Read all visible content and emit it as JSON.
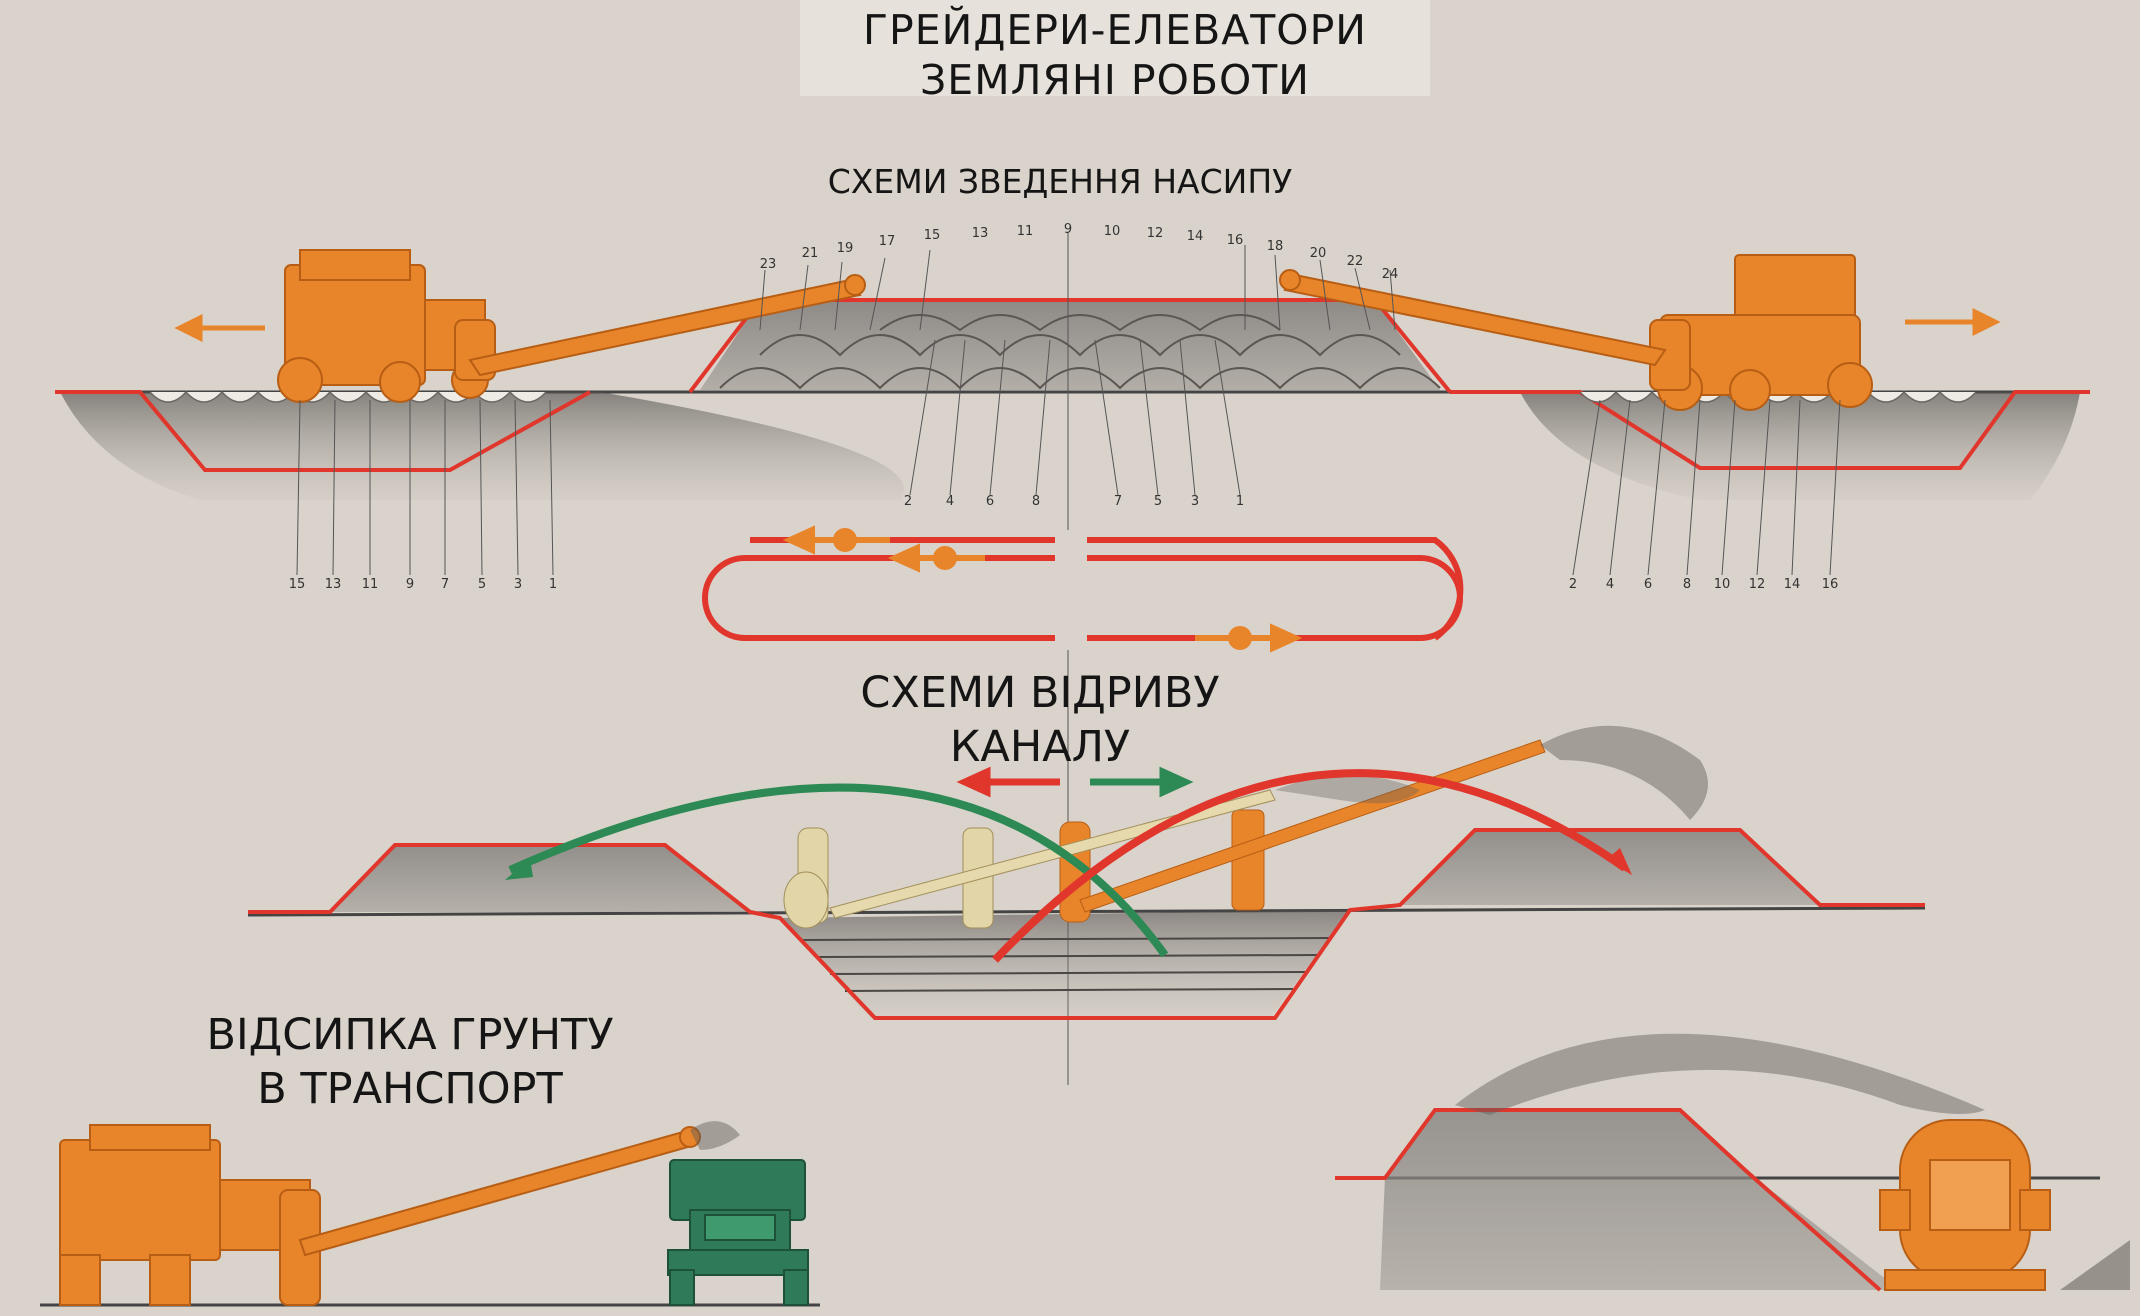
{
  "title": {
    "line1": "ГРЕЙДЕРИ-ЕЛЕВАТОРИ",
    "line2": "ЗЕМЛЯНІ РОБОТИ"
  },
  "section_embankment": {
    "heading": "СХЕМИ ЗВЕДЕННЯ НАСИПУ",
    "top_numbers": [
      "23",
      "21",
      "19",
      "17",
      "15",
      "13",
      "11",
      "9",
      "10",
      "12",
      "14",
      "16",
      "18",
      "20",
      "22",
      "24"
    ],
    "center_bottom_numbers": [
      "2",
      "4",
      "6",
      "8",
      "7",
      "5",
      "3",
      "1"
    ],
    "left_trench_numbers": [
      "15",
      "13",
      "11",
      "9",
      "7",
      "5",
      "3",
      "1"
    ],
    "right_trench_numbers": [
      "2",
      "4",
      "6",
      "8",
      "10",
      "12",
      "14",
      "16"
    ]
  },
  "section_canal": {
    "heading_line1": "СХЕМИ ВІДРИВУ",
    "heading_line2": "КАНАЛУ"
  },
  "section_transport": {
    "heading_line1": "ВІДСИПКА ГРУНТУ",
    "heading_line2": "В ТРАНСПОРТ"
  },
  "colors": {
    "background": "#d9d3cb",
    "machine_orange": "#e8852a",
    "outline_red": "#e0362c",
    "arrow_green": "#2e8a55",
    "soil_gray": "#8a8784",
    "truck_green": "#2f7a58"
  },
  "icons": [
    "grader-elevator-icon",
    "dump-truck-icon",
    "arrow-left-icon",
    "arrow-right-icon"
  ]
}
